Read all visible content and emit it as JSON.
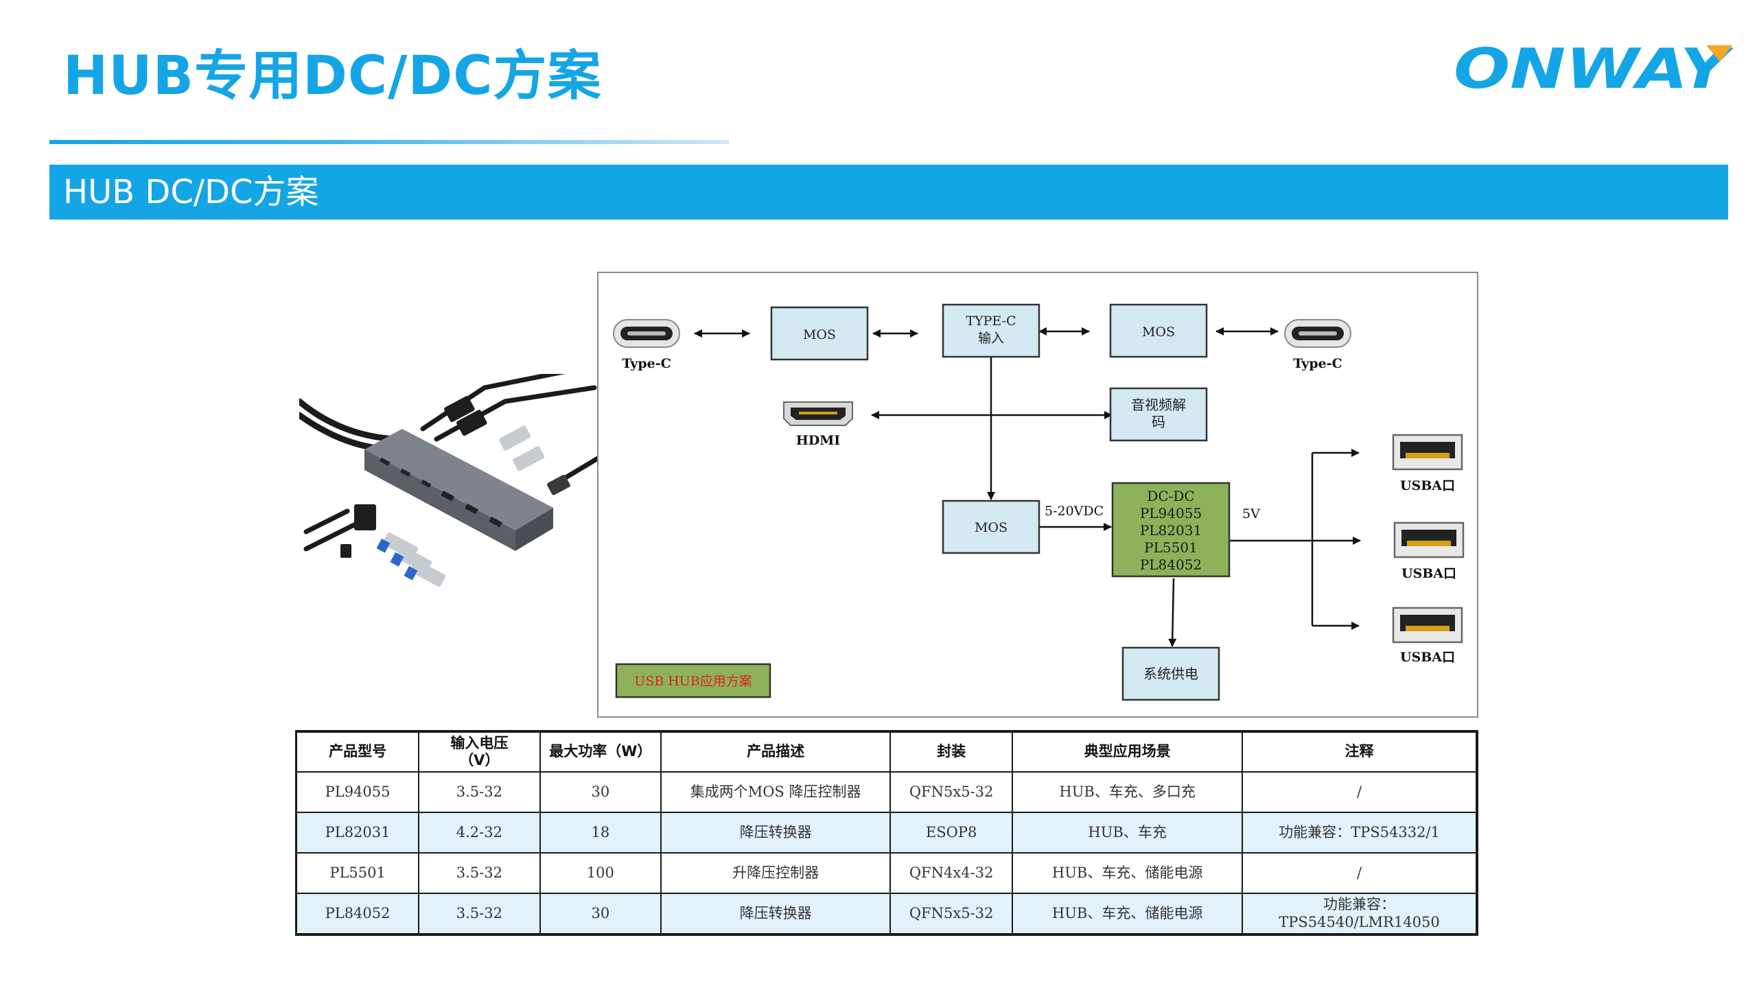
{
  "header": {
    "title": "HUB专用DC/DC方案",
    "logo_text": "ONWAY",
    "logo_color": "#14a5e6",
    "logo_accent": "#f5a623"
  },
  "section": {
    "title": "HUB DC/DC方案"
  },
  "diagram": {
    "nodes": {
      "mos_left": "MOS",
      "typec_input_line1": "TYPE-C",
      "typec_input_line2": "输入",
      "mos_right": "MOS",
      "av_decode_line1": "音视频解",
      "av_decode_line2": "码",
      "mos_mid": "MOS",
      "dcdc_lines": [
        "DC-DC",
        "PL94055",
        "PL82031",
        "PL5501",
        "PL84052"
      ],
      "system_power": "系统供电",
      "legend": "USB HUB应用方案"
    },
    "labels": {
      "typec_left": "Type-C",
      "typec_right": "Type-C",
      "hdmi": "HDMI",
      "vin_range": "5-20VDC",
      "vout": "5V",
      "usba_1": "USBA口",
      "usba_2": "USBA口",
      "usba_3": "USBA口"
    },
    "colors": {
      "box_fill": "#d4eaf2",
      "dcdc_fill": "#8db35a",
      "legend_fill": "#8db35a",
      "legend_text": "#e02020"
    }
  },
  "table": {
    "headers": [
      "产品型号",
      "输入电压\n（V）",
      "最大功率（W）",
      "产品描述",
      "封装",
      "典型应用场景",
      "注释"
    ],
    "rows": [
      [
        "PL94055",
        "3.5-32",
        "30",
        "集成两个MOS 降压控制器",
        "QFN5x5-32",
        "HUB、车充、多口充",
        "/"
      ],
      [
        "PL82031",
        "4.2-32",
        "18",
        "降压转换器",
        "ESOP8",
        "HUB、车充",
        "功能兼容：TPS54332/1"
      ],
      [
        "PL5501",
        "3.5-32",
        "100",
        "升降压控制器",
        "QFN4x4-32",
        "HUB、车充、储能电源",
        "/"
      ],
      [
        "PL84052",
        "3.5-32",
        "30",
        "降压转换器",
        "QFN5x5-32",
        "HUB、车充、储能电源",
        "功能兼容：\nTPS54540/LMR14050"
      ]
    ]
  }
}
